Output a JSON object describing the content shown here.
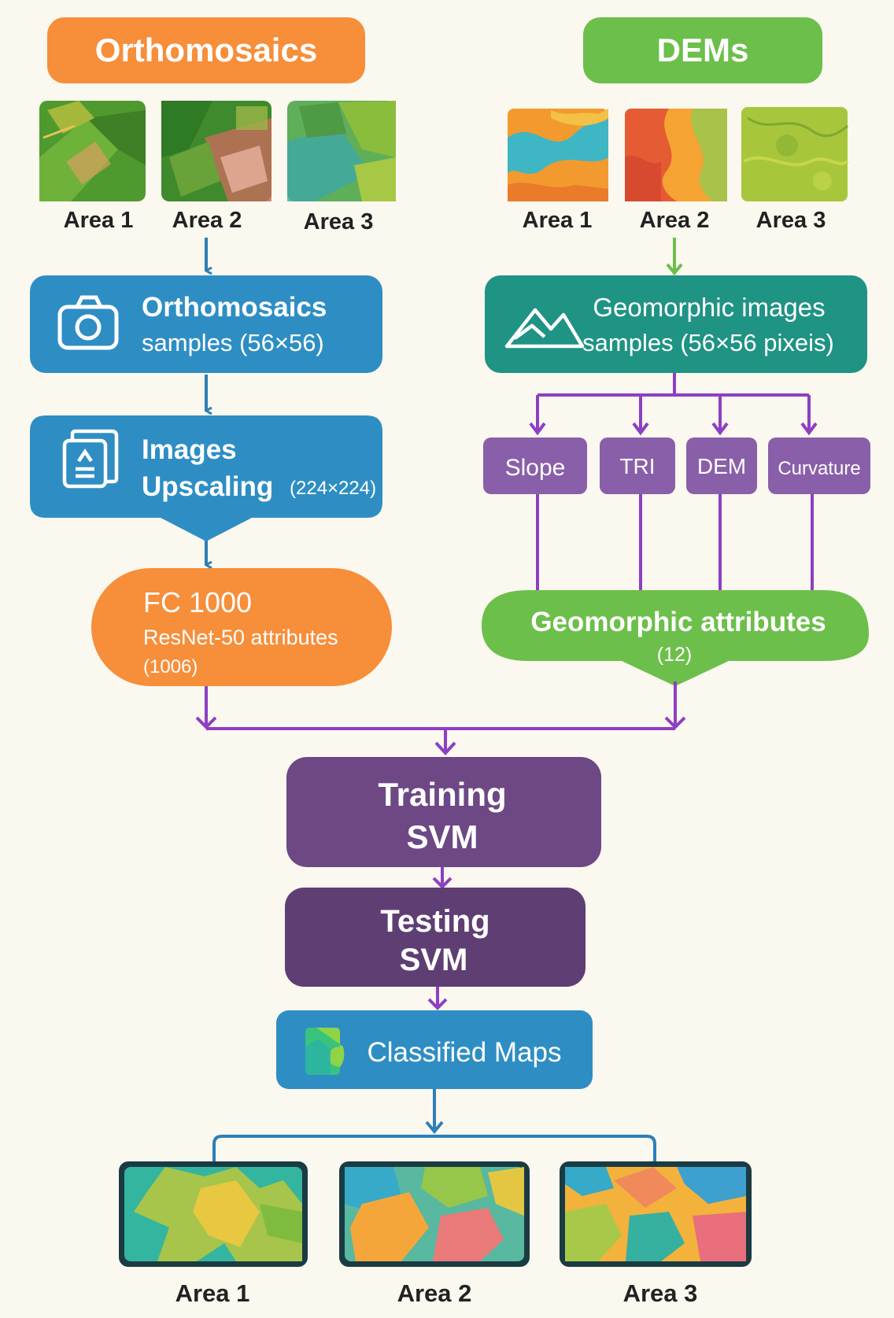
{
  "orthomosaics": {
    "title": "Orthomosaics",
    "areas": [
      "Area 1",
      "Area 2",
      "Area 3"
    ],
    "samples_line1": "Orthomosaics",
    "samples_line2": "samples (56×56)",
    "upscale_line1": "Images",
    "upscale_line2": "Upscaling",
    "upscale_size": "(224×224)",
    "fc_line1": "FC 1000",
    "fc_line2": "ResNet-50 attributes",
    "fc_line3": "(1006)"
  },
  "dems": {
    "title": "DEMs",
    "areas": [
      "Area 1",
      "Area 2",
      "Area 3"
    ],
    "geo_line1": "Geomorphic images",
    "geo_line2": "samples (56×56 pixeis)",
    "attributes": [
      "Slope",
      "TRI",
      "DEM",
      "Curvature"
    ],
    "geo_attr_line1": "Geomorphic attributes",
    "geo_attr_line2": "(12)"
  },
  "svm": {
    "training_line1": "Training",
    "training_line2": "SVM",
    "testing_line1": "Testing",
    "testing_line2": "SVM"
  },
  "output": {
    "title": "Classified Maps",
    "areas": [
      "Area 1",
      "Area 2",
      "Area 3"
    ]
  },
  "colors": {
    "orange": "#f78e3a",
    "green": "#6cbf4a",
    "blue": "#2e8ec4",
    "teal": "#1f9384",
    "purple_light": "#8a5fa9",
    "purple_dark": "#6b467f",
    "arrow_purple": "#8e3fc4"
  },
  "icons": [
    "camera-icon",
    "upscale-icon",
    "mountain-icon",
    "map-logo-icon"
  ]
}
